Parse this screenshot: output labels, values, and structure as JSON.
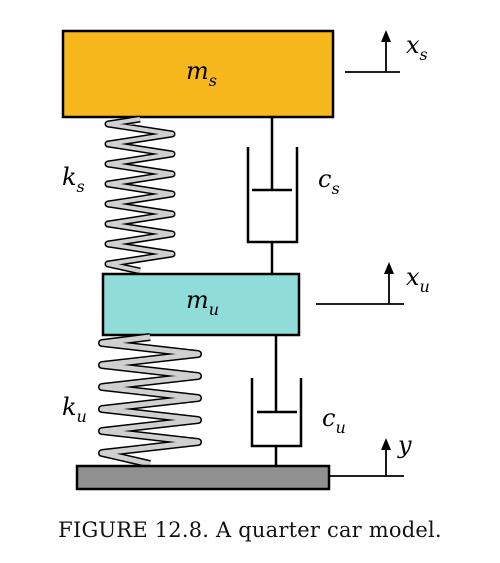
{
  "labels": {
    "sprung_mass": {
      "main": "m",
      "sub": "s"
    },
    "unsprung_mass": {
      "main": "m",
      "sub": "u"
    },
    "spring_s": {
      "main": "k",
      "sub": "s"
    },
    "spring_u": {
      "main": "k",
      "sub": "u"
    },
    "damper_s": {
      "main": "c",
      "sub": "s"
    },
    "damper_u": {
      "main": "c",
      "sub": "u"
    },
    "disp_s": {
      "main": "x",
      "sub": "s"
    },
    "disp_u": {
      "main": "x",
      "sub": "u"
    },
    "disp_road": {
      "main": "y"
    }
  },
  "caption": "FIGURE 12.8. A quarter car model.",
  "colors": {
    "sprung_mass": "#F7B81E",
    "unsprung_mass": "#8FDCD8",
    "road": "#909090",
    "spring": "#D0D0D0",
    "line": "#000000"
  }
}
